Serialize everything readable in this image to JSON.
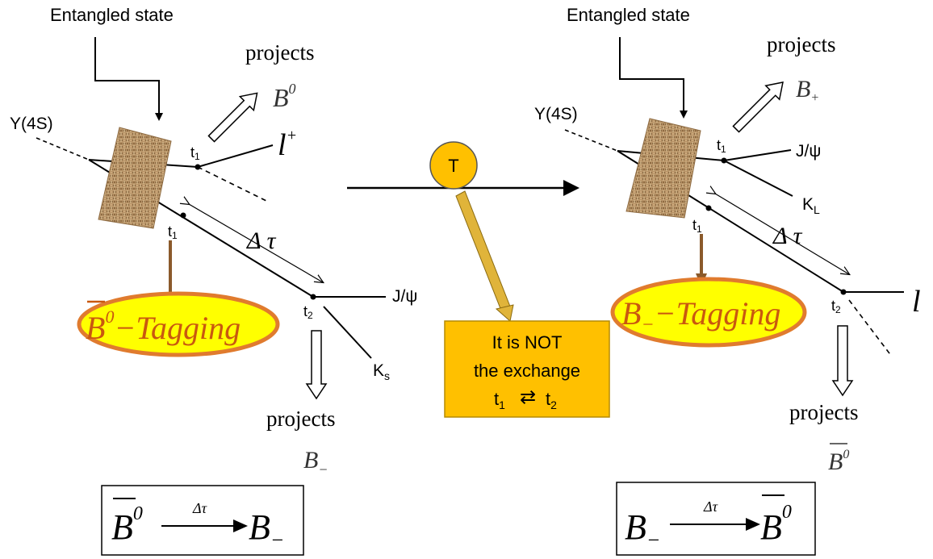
{
  "left": {
    "entangled_label": "Entangled state",
    "upsilon_label": "Y(4S)",
    "projects_top": "projects",
    "b_top_base": "B",
    "b_top_sup": "0",
    "lepton_base": "l",
    "lepton_sup": "+",
    "t1_upper": "t",
    "t1_upper_sub": "1",
    "t1_lower": "t",
    "t1_lower_sub": "1",
    "t2": "t",
    "t2_sub": "2",
    "delta_tau": "Δ τ",
    "jpsi": "J/ψ",
    "ks_base": "K",
    "ks_sub": "s",
    "tagging_b": "B",
    "tagging_sup": "0",
    "tagging_text": "−Tagging",
    "projects_bottom": "projects",
    "b_bottom_base": "B",
    "b_bottom_sub": "−",
    "box_b": "B",
    "box_sup": "0",
    "box_dt": "Δτ",
    "box_target_base": "B",
    "box_target_sub": "−"
  },
  "middle": {
    "t_circle": "T",
    "box_line1": "It is NOT",
    "box_line2": "the exchange",
    "box_t1": "t",
    "box_t1_sub": "1",
    "box_t2": "t",
    "box_t2_sub": "2",
    "box_arrows": "⇄"
  },
  "right": {
    "entangled_label": "Entangled state",
    "upsilon_label": "Y(4S)",
    "projects_top": "projects",
    "b_top_base": "B",
    "b_top_sub": "+",
    "t1_upper": "t",
    "t1_upper_sub": "1",
    "jpsi": "J/ψ",
    "kl_base": "K",
    "kl_sub": "L",
    "t1_lower": "t",
    "t1_lower_sub": "1",
    "delta_tau": "Δ τ",
    "t2": "t",
    "t2_sub": "2",
    "lepton": "l",
    "tagging_b": "B",
    "tagging_sub": "−",
    "tagging_text": "−Tagging",
    "projects_bottom": "projects",
    "b_bottom_base": "B",
    "b_bottom_sup": "0",
    "box_b": "B",
    "box_sub": "−",
    "box_dt": "Δτ",
    "box_target_base": "B",
    "box_target_sup": "0"
  },
  "colors": {
    "ellipse_fill": "#ffff00",
    "ellipse_stroke": "#e07b2e",
    "circle_fill": "#ffc000",
    "box_fill": "#ffc000",
    "box_stroke": "#b58a00",
    "tan_arrow": "#e0b43a",
    "brown_arrow": "#8b5a2b",
    "wall": "#b89468"
  },
  "icons": {
    "wall": "woven-wall-icon",
    "hollow_arrow": "hollow-arrow-icon",
    "circle": "t-circle-icon"
  }
}
